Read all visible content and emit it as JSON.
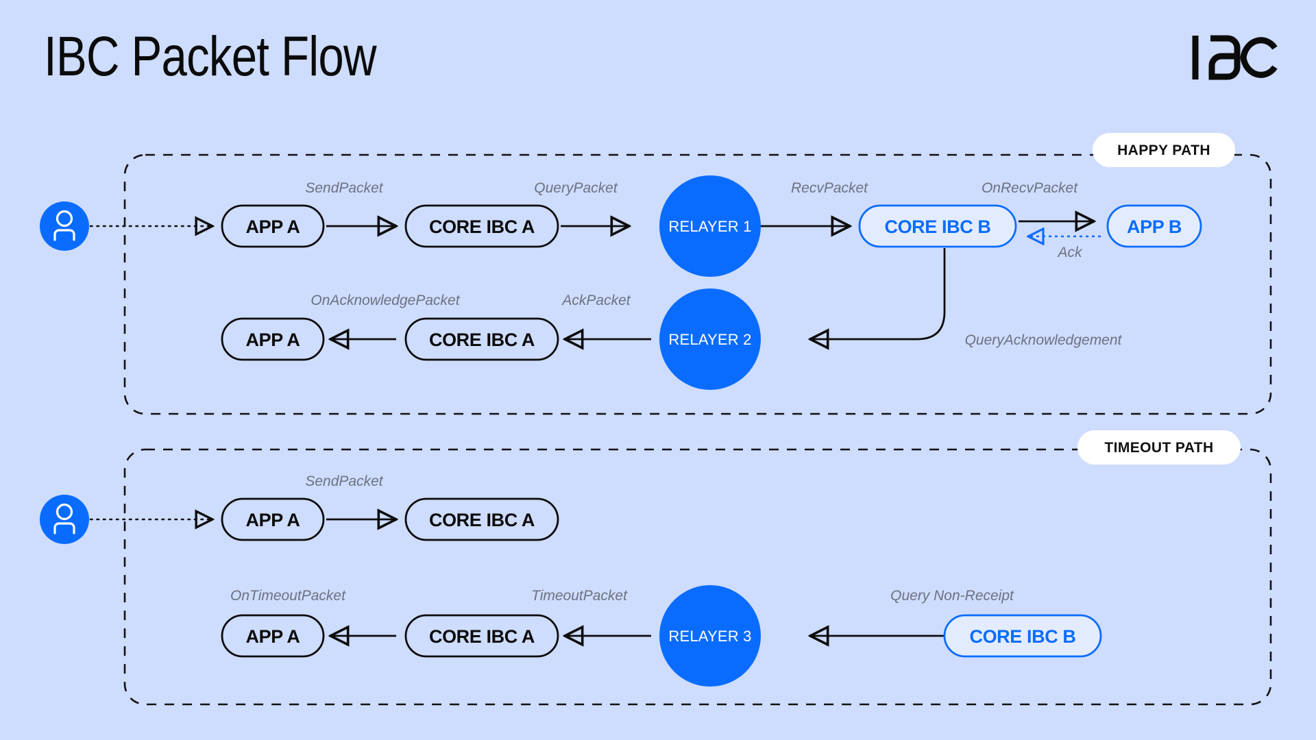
{
  "page": {
    "title": "IBC Packet Flow",
    "logo_text": "IBC",
    "background_color": "#cedcfd",
    "accent_blue": "#0a6cfe",
    "label_gray": "#6b7280"
  },
  "sections": [
    {
      "id": "happy-path",
      "badge": "HAPPY PATH"
    },
    {
      "id": "timeout-path",
      "badge": "TIMEOUT PATH"
    }
  ],
  "nodes": {
    "happy_row1": [
      {
        "id": "user-1",
        "label": "",
        "kind": "user-avatar"
      },
      {
        "id": "app-a-1",
        "label": "APP A",
        "kind": "pill-dark"
      },
      {
        "id": "core-ibc-a-1",
        "label": "CORE IBC A",
        "kind": "pill-dark"
      },
      {
        "id": "relayer-1",
        "label": "RELAYER 1",
        "kind": "circle-blue"
      },
      {
        "id": "core-ibc-b-1",
        "label": "CORE IBC B",
        "kind": "pill-blue"
      },
      {
        "id": "app-b-1",
        "label": "APP B",
        "kind": "pill-blue"
      }
    ],
    "happy_row2": [
      {
        "id": "app-a-2",
        "label": "APP A",
        "kind": "pill-dark"
      },
      {
        "id": "core-ibc-a-2",
        "label": "CORE IBC A",
        "kind": "pill-dark"
      },
      {
        "id": "relayer-2",
        "label": "RELAYER 2",
        "kind": "circle-blue"
      }
    ],
    "timeout_row1": [
      {
        "id": "user-2",
        "label": "",
        "kind": "user-avatar"
      },
      {
        "id": "app-a-3",
        "label": "APP A",
        "kind": "pill-dark"
      },
      {
        "id": "core-ibc-a-3",
        "label": "CORE IBC A",
        "kind": "pill-dark"
      }
    ],
    "timeout_row2": [
      {
        "id": "app-a-4",
        "label": "APP A",
        "kind": "pill-dark"
      },
      {
        "id": "core-ibc-a-4",
        "label": "CORE IBC A",
        "kind": "pill-dark"
      },
      {
        "id": "relayer-3",
        "label": "RELAYER 3",
        "kind": "circle-blue"
      },
      {
        "id": "core-ibc-b-2",
        "label": "CORE IBC B",
        "kind": "pill-blue"
      }
    ]
  },
  "edge_labels": {
    "send_packet_1": "SendPacket",
    "query_packet": "QueryPacket",
    "recv_packet": "RecvPacket",
    "on_recv_packet": "OnRecvPacket",
    "ack": "Ack",
    "on_acknowledge_packet": "OnAcknowledgePacket",
    "ack_packet": "AckPacket",
    "query_acknowledgement": "QueryAcknowledgement",
    "send_packet_2": "SendPacket",
    "on_timeout_packet": "OnTimeoutPacket",
    "timeout_packet": "TimeoutPacket",
    "query_non_receipt": "Query Non-Receipt"
  }
}
